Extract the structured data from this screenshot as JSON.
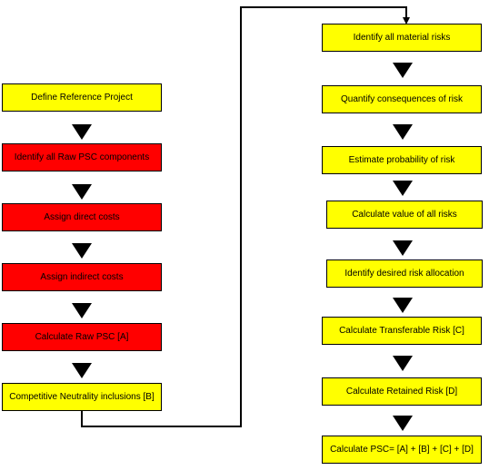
{
  "colors": {
    "red": "#ff0000",
    "yellow": "#ffff00"
  },
  "left_column": [
    {
      "label": "Define Reference Project",
      "color": "yellow"
    },
    {
      "label": "Identify all Raw PSC components",
      "color": "red"
    },
    {
      "label": "Assign direct costs",
      "color": "red"
    },
    {
      "label": "Assign indirect costs",
      "color": "red"
    },
    {
      "label": "Calculate Raw PSC [A]",
      "color": "red"
    },
    {
      "label": "Competitive Neutrality inclusions [B]",
      "color": "yellow"
    }
  ],
  "right_column": [
    {
      "label": "Identify all material risks",
      "color": "yellow"
    },
    {
      "label": "Quantify consequences of risk",
      "color": "yellow"
    },
    {
      "label": "Estimate probability of risk",
      "color": "yellow"
    },
    {
      "label": "Calculate value of all risks",
      "color": "yellow"
    },
    {
      "label": "Identify desired risk allocation",
      "color": "yellow"
    },
    {
      "label": "Calculate Transferable Risk [C]",
      "color": "yellow"
    },
    {
      "label": "Calculate Retained Risk [D]",
      "color": "yellow"
    },
    {
      "label": "Calculate PSC= [A] + [B] + [C] + [D]",
      "color": "yellow"
    }
  ]
}
